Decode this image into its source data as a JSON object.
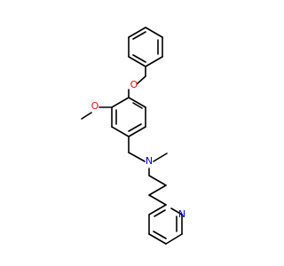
{
  "molecule": {
    "atoms": {
      "methoxy_oxygen": "O",
      "benzyloxy_oxygen": "O",
      "amine_nitrogen": "N",
      "pyridine_nitrogen": "N"
    }
  },
  "colors": {
    "background": "#ffffff",
    "bond": "#000000",
    "oxygen": "#ff0d0d",
    "nitrogen": "#0000ff"
  }
}
